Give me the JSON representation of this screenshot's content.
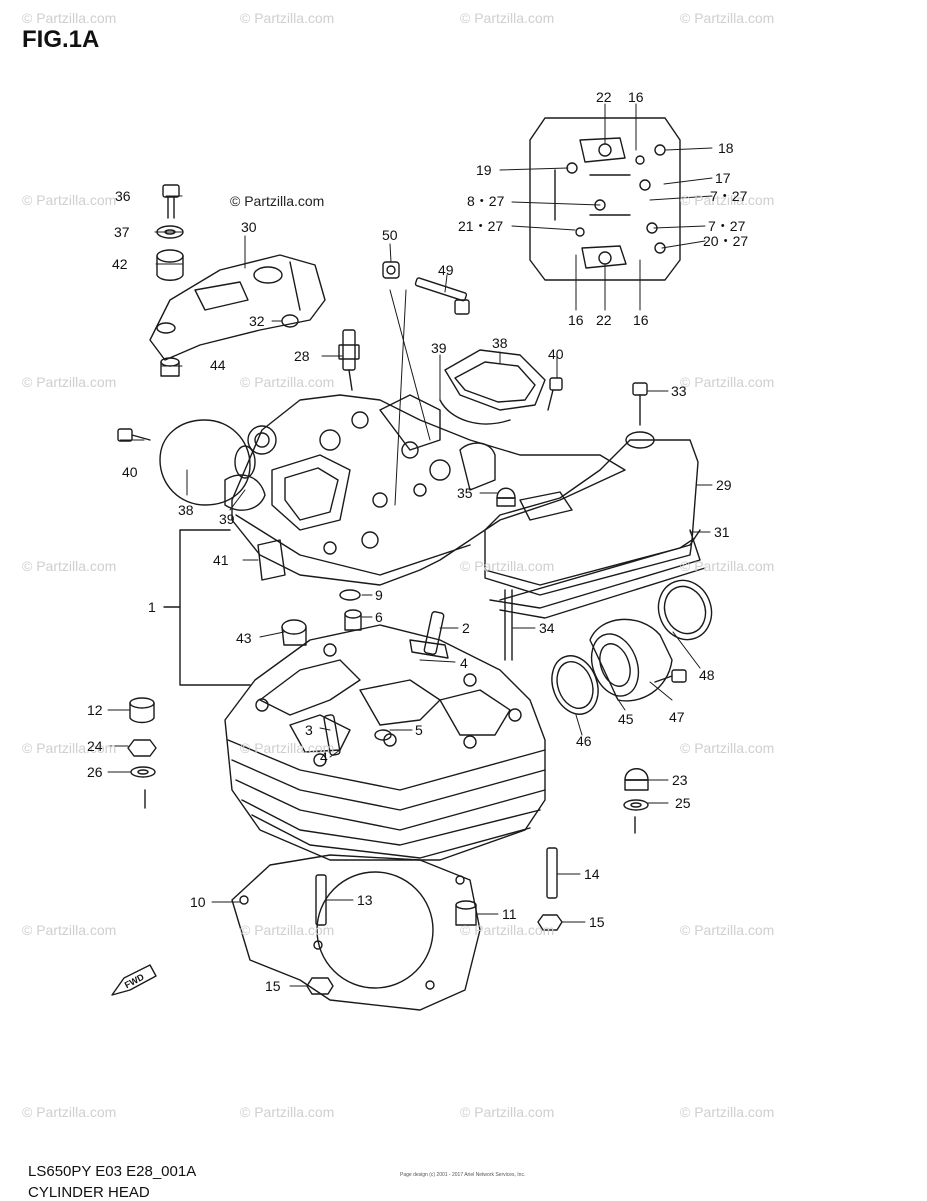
{
  "figure": {
    "title": "FIG.1A",
    "copyright": "© Partzilla.com",
    "watermark": "© Partzilla.com",
    "model_code": "LS650PY E03 E28_001A",
    "diagram_name": "CYLINDER HEAD",
    "fine_print": "Page design (c) 2001 - 2017 Ariel Network Services, Inc.",
    "forward_mark": "FWD"
  },
  "callouts": [
    {
      "id": "c1",
      "text": "1"
    },
    {
      "id": "c2",
      "text": "2"
    },
    {
      "id": "c3",
      "text": "3"
    },
    {
      "id": "c4a",
      "text": "4"
    },
    {
      "id": "c4b",
      "text": "4"
    },
    {
      "id": "c5",
      "text": "5"
    },
    {
      "id": "c6",
      "text": "6"
    },
    {
      "id": "c9",
      "text": "9"
    },
    {
      "id": "c10",
      "text": "10"
    },
    {
      "id": "c11",
      "text": "11"
    },
    {
      "id": "c12",
      "text": "12"
    },
    {
      "id": "c13",
      "text": "13"
    },
    {
      "id": "c14",
      "text": "14"
    },
    {
      "id": "c15a",
      "text": "15"
    },
    {
      "id": "c15b",
      "text": "15"
    },
    {
      "id": "c16a",
      "text": "16"
    },
    {
      "id": "c16b",
      "text": "16"
    },
    {
      "id": "c16c",
      "text": "16"
    },
    {
      "id": "c17",
      "text": "17"
    },
    {
      "id": "c18",
      "text": "18"
    },
    {
      "id": "c19",
      "text": "19"
    },
    {
      "id": "c22a",
      "text": "22"
    },
    {
      "id": "c22b",
      "text": "22"
    },
    {
      "id": "c23",
      "text": "23"
    },
    {
      "id": "c24",
      "text": "24"
    },
    {
      "id": "c25",
      "text": "25"
    },
    {
      "id": "c26",
      "text": "26"
    },
    {
      "id": "c28",
      "text": "28"
    },
    {
      "id": "c29",
      "text": "29"
    },
    {
      "id": "c30",
      "text": "30"
    },
    {
      "id": "c31",
      "text": "31"
    },
    {
      "id": "c32",
      "text": "32"
    },
    {
      "id": "c33",
      "text": "33"
    },
    {
      "id": "c34",
      "text": "34"
    },
    {
      "id": "c35",
      "text": "35"
    },
    {
      "id": "c36",
      "text": "36"
    },
    {
      "id": "c37",
      "text": "37"
    },
    {
      "id": "c38a",
      "text": "38"
    },
    {
      "id": "c38b",
      "text": "38"
    },
    {
      "id": "c39a",
      "text": "39"
    },
    {
      "id": "c39b",
      "text": "39"
    },
    {
      "id": "c40a",
      "text": "40"
    },
    {
      "id": "c40b",
      "text": "40"
    },
    {
      "id": "c41",
      "text": "41"
    },
    {
      "id": "c42",
      "text": "42"
    },
    {
      "id": "c43",
      "text": "43"
    },
    {
      "id": "c44",
      "text": "44"
    },
    {
      "id": "c45",
      "text": "45"
    },
    {
      "id": "c46",
      "text": "46"
    },
    {
      "id": "c47",
      "text": "47"
    },
    {
      "id": "c48",
      "text": "48"
    },
    {
      "id": "c49",
      "text": "49"
    },
    {
      "id": "c50",
      "text": "50"
    },
    {
      "id": "c827",
      "text": "8・27"
    },
    {
      "id": "c2127",
      "text": "21・27"
    },
    {
      "id": "c727a",
      "text": "7・27"
    },
    {
      "id": "c727b",
      "text": "7・27"
    },
    {
      "id": "c2027",
      "text": "20・27"
    }
  ]
}
